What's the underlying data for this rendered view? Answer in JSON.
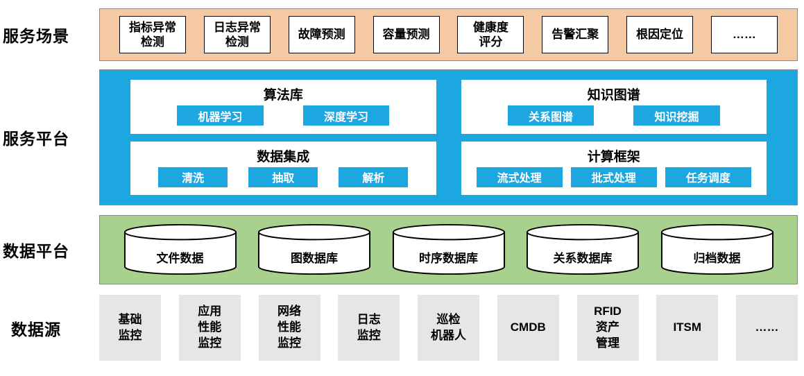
{
  "colors": {
    "scenario_strip": "#F5C9A3",
    "platform_strip": "#1DA7E0",
    "data_platform_strip": "#A9D18E",
    "source_box": "#E7E6E6",
    "button": "#1DA7E0"
  },
  "scenarios": {
    "label": "服务场景",
    "items": [
      "指标异常\n检测",
      "日志异常\n检测",
      "故障预测",
      "容量预测",
      "健康度\n评分",
      "告警汇聚",
      "根因定位",
      "……"
    ]
  },
  "platform": {
    "label": "服务平台",
    "panels": [
      {
        "title": "算法库",
        "buttons": [
          "机器学习",
          "深度学习"
        ]
      },
      {
        "title": "知识图谱",
        "buttons": [
          "关系图谱",
          "知识挖掘"
        ]
      },
      {
        "title": "数据集成",
        "buttons": [
          "清洗",
          "抽取",
          "解析"
        ]
      },
      {
        "title": "计算框架",
        "buttons": [
          "流式处理",
          "批式处理",
          "任务调度"
        ]
      }
    ]
  },
  "data_platform": {
    "label": "数据平台",
    "databases": [
      "文件数据",
      "图数据库",
      "时序数据库",
      "关系数据库",
      "归档数据"
    ]
  },
  "data_sources": {
    "label": "数据源",
    "items": [
      "基础\n监控",
      "应用\n性能\n监控",
      "网络\n性能\n监控",
      "日志\n监控",
      "巡检\n机器人",
      "CMDB",
      "RFID\n资产\n管理",
      "ITSM",
      "……"
    ]
  }
}
